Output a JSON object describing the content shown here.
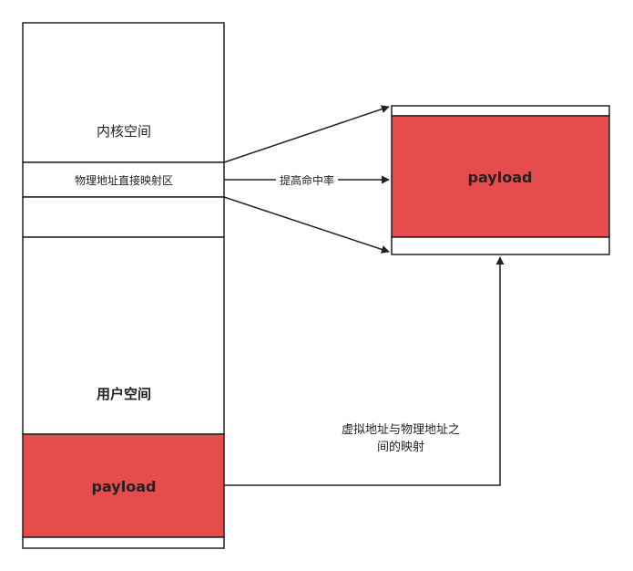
{
  "colors": {
    "stroke": "#222222",
    "payload_fill": "#e74c4c",
    "background": "#ffffff"
  },
  "memory": {
    "kernel_space_label": "内核空间",
    "direct_map_label": "物理地址直接映射区",
    "user_space_label": "用户空间",
    "user_payload_label": "payload"
  },
  "physical_block": {
    "payload_label": "payload"
  },
  "annotations": {
    "hit_rate_label": "提高命中率",
    "mapping_label_line1": "虚拟地址与物理地址之",
    "mapping_label_line2": "间的映射"
  }
}
